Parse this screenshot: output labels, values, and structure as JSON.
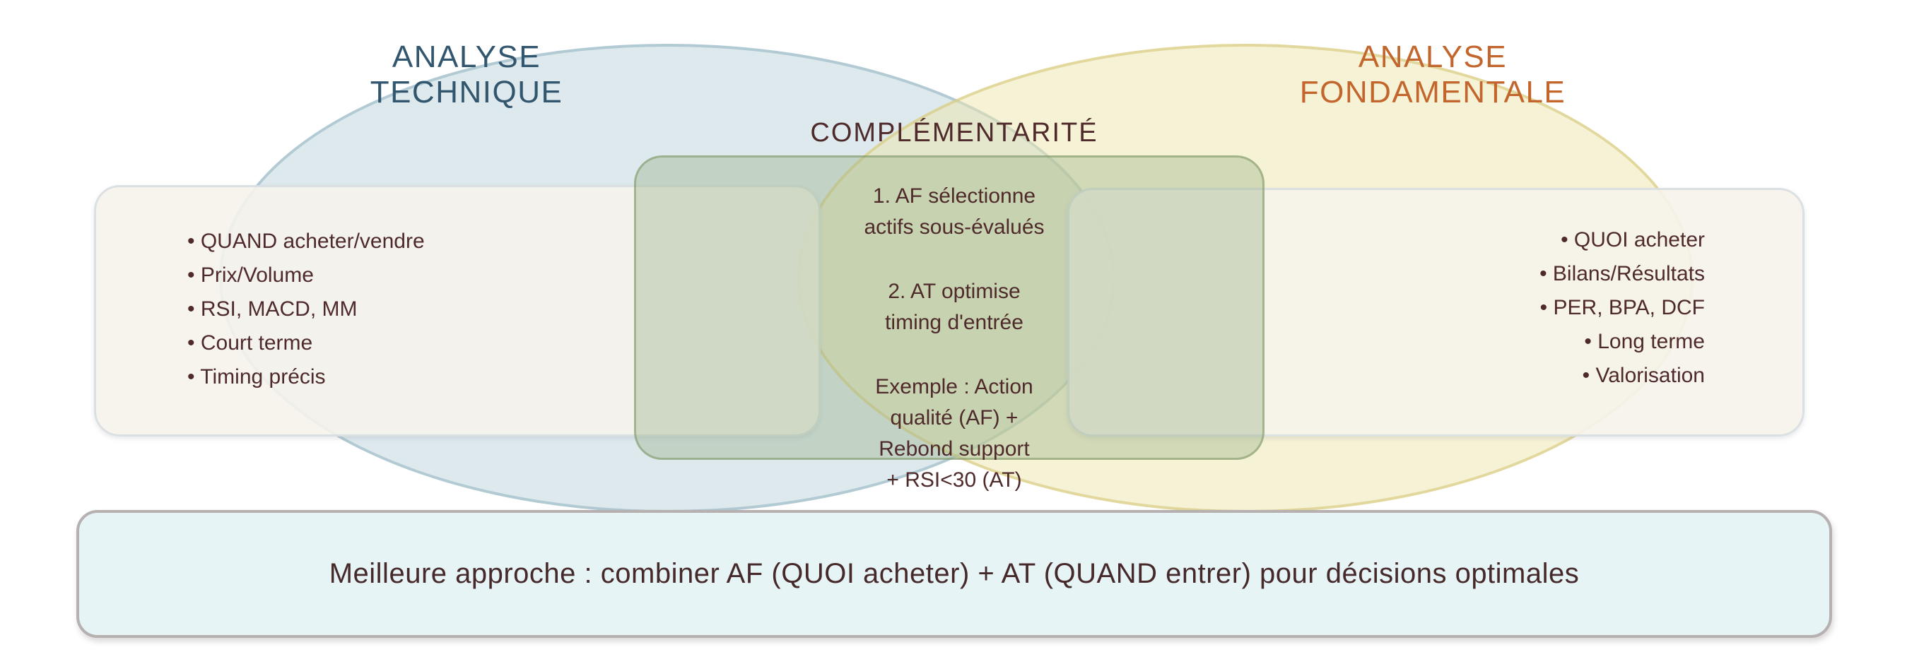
{
  "bullet_char": "•",
  "venn": {
    "technical": {
      "title_line1": "ANALYSE",
      "title_line2": "TECHNIQUE",
      "items": [
        "QUAND acheter/vendre",
        "Prix/Volume",
        "RSI, MACD, MM",
        "Court terme",
        "Timing précis"
      ]
    },
    "fundamental": {
      "title_line1": "ANALYSE",
      "title_line2": "FONDAMENTALE",
      "items": [
        "QUOI acheter",
        "Bilans/Résultats",
        "PER, BPA, DCF",
        "Long terme",
        "Valorisation"
      ]
    },
    "overlap": {
      "title": "COMPLÉMENTARITÉ",
      "paragraphs": [
        [
          "1. AF sélectionne",
          "actifs sous-évalués"
        ],
        [
          "2. AT optimise",
          "timing d'entrée"
        ],
        [
          "Exemple : Action",
          "qualité (AF) +",
          "Rebond support",
          "+ RSI<30 (AT)"
        ]
      ]
    }
  },
  "banner": {
    "text": "Meilleure approche : combiner AF (QUOI acheter) + AT (QUAND entrer) pour décisions optimales"
  },
  "colors": {
    "blue_ellipse_fill": "#dce9ed",
    "blue_ellipse_border": "#b7cfd8",
    "technical_title": "#33566f",
    "yellow_ellipse_fill": "#f7f3d7",
    "yellow_ellipse_border": "#e4dba0",
    "fundamental_title": "#c2662d",
    "overlap_box_fill": "#cbd6bb",
    "overlap_box_border": "#93a77f",
    "card_fill": "#f5f2eb",
    "card_border": "#d4dde2",
    "body_text": "#4f2a2b",
    "banner_fill": "#e7f4f5",
    "banner_border": "#b7b0b1",
    "banner_text": "#46292a"
  }
}
